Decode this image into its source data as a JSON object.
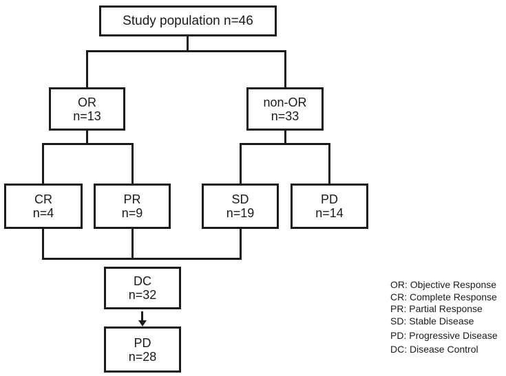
{
  "diagram": {
    "nodes": {
      "study": {
        "label": "Study population n=46"
      },
      "or": {
        "label": "OR",
        "count": "n=13"
      },
      "non_or": {
        "label": "non-OR",
        "count": "n=33"
      },
      "cr": {
        "label": "CR",
        "count": "n=4"
      },
      "pr": {
        "label": "PR",
        "count": "n=9"
      },
      "sd": {
        "label": "SD",
        "count": "n=19"
      },
      "pd": {
        "label": "PD",
        "count": "n=14"
      },
      "dc": {
        "label": "DC",
        "count": "n=32"
      },
      "pd_final": {
        "label": "PD",
        "count": "n=28"
      }
    },
    "edges": [
      {
        "from": "study",
        "to": "or",
        "type": "line"
      },
      {
        "from": "study",
        "to": "non_or",
        "type": "line"
      },
      {
        "from": "or",
        "to": "cr",
        "type": "line"
      },
      {
        "from": "or",
        "to": "pr",
        "type": "line"
      },
      {
        "from": "non_or",
        "to": "sd",
        "type": "line"
      },
      {
        "from": "non_or",
        "to": "pd",
        "type": "line"
      },
      {
        "from": "cr",
        "to": "dc",
        "type": "line"
      },
      {
        "from": "pr",
        "to": "dc",
        "type": "line"
      },
      {
        "from": "sd",
        "to": "dc",
        "type": "line"
      },
      {
        "from": "dc",
        "to": "pd_final",
        "type": "arrow"
      }
    ]
  },
  "legend": {
    "items": [
      "OR: Objective Response",
      "CR: Complete Response",
      "PR: Partial Response",
      "SD: Stable Disease",
      "PD: Progressive Disease",
      "DC: Disease Control"
    ]
  },
  "colors": {
    "line": "#1a1a1a",
    "text": "#1a1a1a",
    "background": "#ffffff"
  }
}
